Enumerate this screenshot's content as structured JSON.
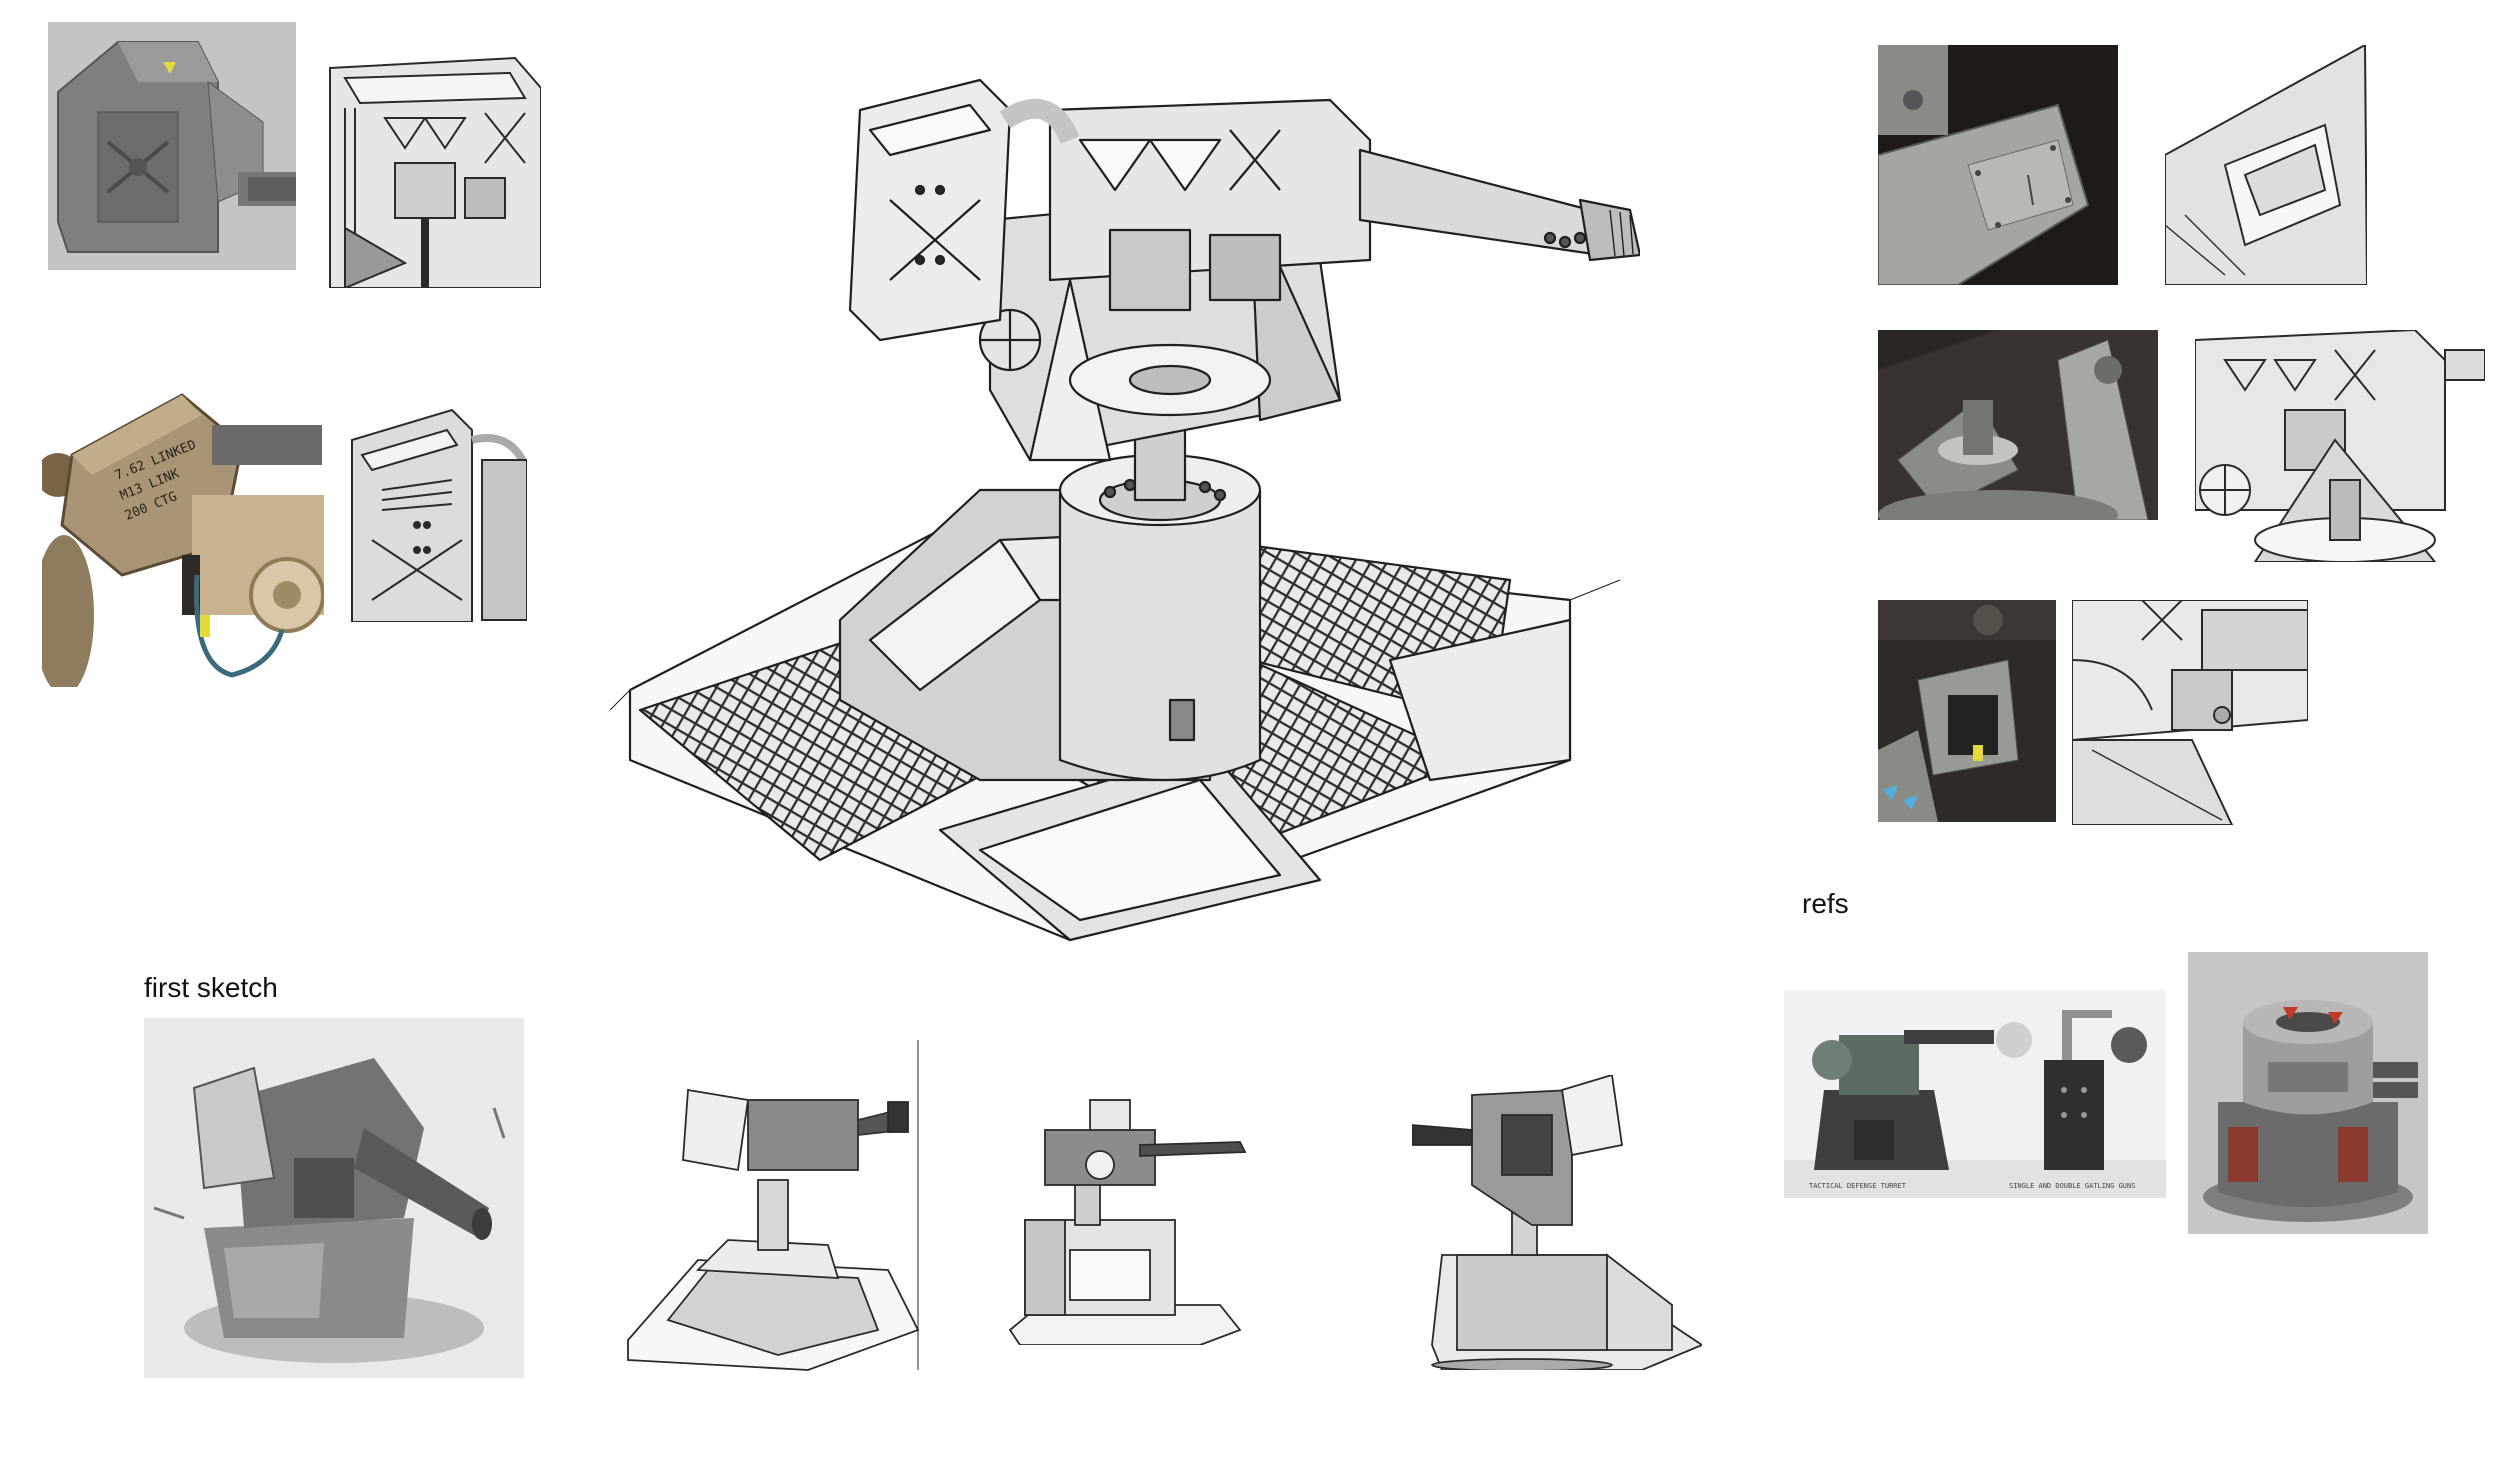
{
  "labels": {
    "first_sketch": "first sketch",
    "refs": "refs"
  },
  "ref_strip": {
    "caption_left": "TACTICAL DEFENSE TURRET",
    "caption_right": "SINGLE AND DOUBLE GATLING GUNS"
  },
  "ammo_box_text": {
    "line1": "7.62 LINKED",
    "line2": "M13 LINK",
    "line3": "200 CTG"
  },
  "colors": {
    "ink": "#2a2a2a",
    "paper": "#ffffff",
    "light_gray": "#d9d9d9",
    "mid_gray": "#a9a9a9",
    "dark_panel": "#1d1a17",
    "tan": "#c9b28f",
    "warning_red": "#c0392b",
    "accent_yellow": "#e3d93b"
  }
}
